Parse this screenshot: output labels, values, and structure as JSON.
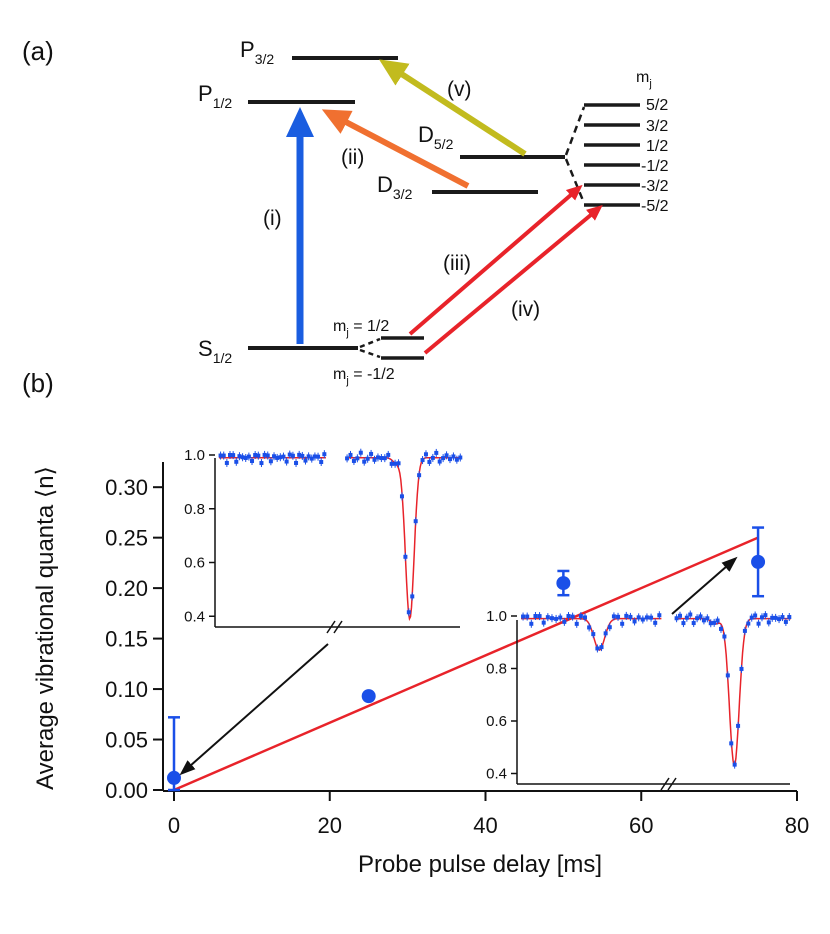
{
  "panel_a": {
    "label": "(a)",
    "levels": {
      "P32": {
        "main": "P",
        "sub": "3/2"
      },
      "P12": {
        "main": "P",
        "sub": "1/2"
      },
      "D52": {
        "main": "D",
        "sub": "5/2"
      },
      "D32": {
        "main": "D",
        "sub": "3/2"
      },
      "S12": {
        "main": "S",
        "sub": "1/2"
      }
    },
    "transitions": [
      "(i)",
      "(ii)",
      "(iii)",
      "(iv)",
      "(v)"
    ],
    "mj_header": {
      "main": "m",
      "sub": "j"
    },
    "d_sublevels": [
      "5/2",
      "3/2",
      "1/2",
      "-1/2",
      "-3/2",
      "-5/2"
    ],
    "s_sublevels": [
      {
        "prefix": "m",
        "sub": "j",
        "suffix": " = 1/2"
      },
      {
        "prefix": "m",
        "sub": "j",
        "suffix": " = -1/2"
      }
    ],
    "colors": {
      "i": "#1a5de0",
      "ii": "#f07030",
      "iii": "#e8232a",
      "iv": "#e8232a",
      "v": "#c2bb1e",
      "level": "#1a1a1a"
    }
  },
  "panel_b": {
    "label": "(b)",
    "chart_data": {
      "type": "scatter",
      "xlabel": "Probe pulse delay [ms]",
      "ylabel": "Average vibrational quanta ⟨n⟩",
      "xlim": [
        0,
        80
      ],
      "ylim": [
        0,
        0.32
      ],
      "x_ticks": [
        "0",
        "20",
        "40",
        "60",
        "80"
      ],
      "y_ticks": [
        "0.00",
        "0.05",
        "0.10",
        "0.15",
        "0.20",
        "0.25",
        "0.30"
      ],
      "points": [
        {
          "x": 0,
          "y": 0.012,
          "err": 0.06
        },
        {
          "x": 25,
          "y": 0.093,
          "err": 0.0
        },
        {
          "x": 50,
          "y": 0.205,
          "err": 0.012
        },
        {
          "x": 75,
          "y": 0.226,
          "err": 0.034
        }
      ],
      "fit_line": {
        "x": [
          0,
          75
        ],
        "y": [
          0,
          0.25
        ]
      },
      "colors": {
        "points": "#1a4fe8",
        "fit": "#e8232a"
      }
    },
    "insets": [
      {
        "name": "inset-top",
        "y_ticks": [
          "1.0",
          "0.8",
          "0.6",
          "0.4"
        ],
        "ylim": [
          0.36,
          1.0
        ]
      },
      {
        "name": "inset-bottom",
        "y_ticks": [
          "1.0",
          "0.8",
          "0.6",
          "0.4"
        ],
        "ylim": [
          0.36,
          1.0
        ]
      }
    ]
  }
}
